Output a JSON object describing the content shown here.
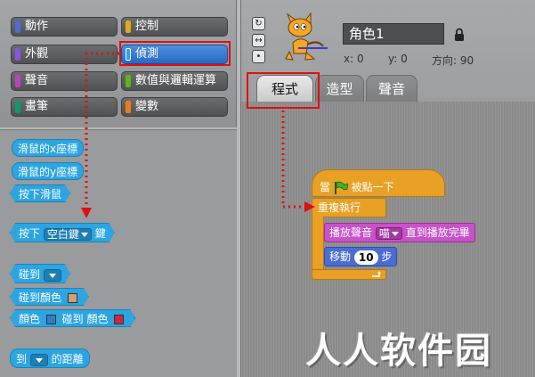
{
  "categories": [
    {
      "label": "動作",
      "color": "#4a6cd4",
      "active": false
    },
    {
      "label": "控制",
      "color": "#e1a91a",
      "active": false
    },
    {
      "label": "外觀",
      "color": "#8a55d7",
      "active": false
    },
    {
      "label": "偵測",
      "color": "#2ca5e2",
      "active": true
    },
    {
      "label": "聲音",
      "color": "#bb42c3",
      "active": false
    },
    {
      "label": "數值與邏輯運算",
      "color": "#5cb712",
      "active": false
    },
    {
      "label": "畫筆",
      "color": "#0e9a6c",
      "active": false
    },
    {
      "label": "變數",
      "color": "#ee7d16",
      "active": false
    }
  ],
  "palette": {
    "mouse_x": "滑鼠的x座標",
    "mouse_y": "滑鼠的y座標",
    "mouse_down": "按下滑鼠",
    "key_pressed": {
      "prefix": "按下",
      "key": "空白鍵",
      "suffix": "鍵"
    },
    "touching": "碰到",
    "touching_color": "碰到顏色",
    "color_touching": {
      "prefix": "顏色",
      "middle": "碰到 顏色"
    },
    "distance": {
      "prefix": "到",
      "suffix": "的距離"
    }
  },
  "sprite": {
    "name": "角色1",
    "x_label": "x: 0",
    "y_label": "y: 0",
    "direction_label": "方向: 90"
  },
  "tabs": [
    "程式",
    "造型",
    "聲音"
  ],
  "script": {
    "hat_prefix": "當",
    "hat_suffix": "被點一下",
    "forever": "重複執行",
    "sound_prefix": "播放聲音",
    "sound_name": "喵",
    "sound_suffix": "直到播放完畢",
    "move_prefix": "移動",
    "move_steps": "10",
    "move_suffix": "步"
  },
  "watermark": "人人软件园",
  "colors": {
    "sensing": "#2ca5e2",
    "control": "#e8a125",
    "sound": "#c951c9",
    "motion": "#4a6cd4",
    "highlight": "#e01010"
  }
}
